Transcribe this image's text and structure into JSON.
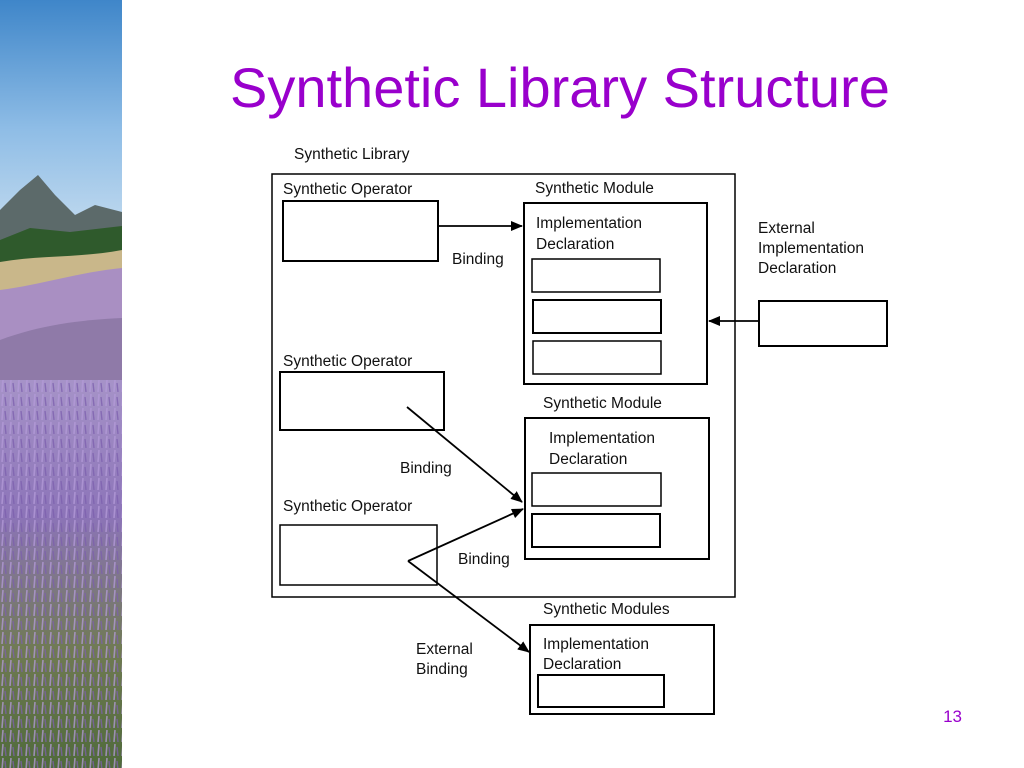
{
  "slide": {
    "title": "Synthetic Library Structure",
    "page_number": "13",
    "accent_color": "#9900cc"
  },
  "diagram": {
    "library_label": "Synthetic Library",
    "operator_labels": [
      "Synthetic Operator",
      "Synthetic Operator",
      "Synthetic Operator"
    ],
    "module_labels": [
      "Synthetic Module",
      "Synthetic Module",
      "Synthetic Modules"
    ],
    "impl_decl": {
      "line1": "Implementation",
      "line2": "Declaration"
    },
    "external_impl": {
      "line1": "External",
      "line2": "Implementation",
      "line3": "Declaration"
    },
    "binding_label": "Binding",
    "external_binding": {
      "line1": "External",
      "line2": "Binding"
    }
  }
}
